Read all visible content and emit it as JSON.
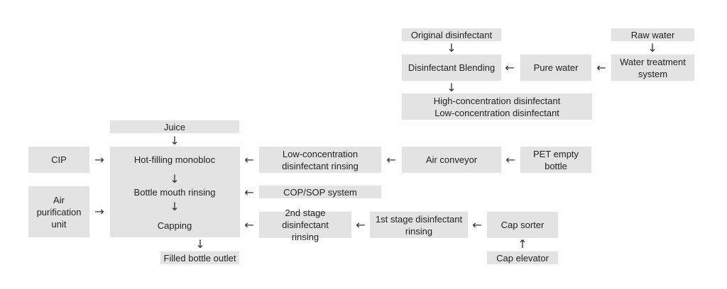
{
  "nodes": {
    "original_disinfectant": "Original disinfectant",
    "disinfectant_blending": "Disinfectant Blending",
    "pure_water": "Pure water",
    "raw_water": "Raw water",
    "water_treatment_system": [
      "Water treatment",
      "system"
    ],
    "disinfectant_concentrations": [
      "High-concentration disinfectant",
      "Low-concentration disinfectant"
    ],
    "juice": "Juice",
    "cip": "CIP",
    "hot_filling_monobloc": "Hot-filling monobloc",
    "bottle_mouth_rinsing": "Bottle mouth rinsing",
    "capping": "Capping",
    "low_conc_rinsing": [
      "Low-concentration",
      "disinfectant rinsing"
    ],
    "air_conveyor": "Air conveyor",
    "pet_empty_bottle": [
      "PET empty",
      "bottle"
    ],
    "air_purification_unit": [
      "Air",
      "purification",
      "unit"
    ],
    "cop_sop_system": "COP/SOP system",
    "stage2_rinsing": [
      "2nd stage disinfectant",
      "rinsing"
    ],
    "stage1_rinsing": [
      "1st stage disinfectant",
      "rinsing"
    ],
    "cap_sorter": "Cap sorter",
    "filled_bottle_outlet": "Filled bottle outlet",
    "cap_elevator": "Cap elevator"
  },
  "arrows": {
    "down": "↓",
    "up": "↑",
    "left": "←",
    "right": "→"
  }
}
